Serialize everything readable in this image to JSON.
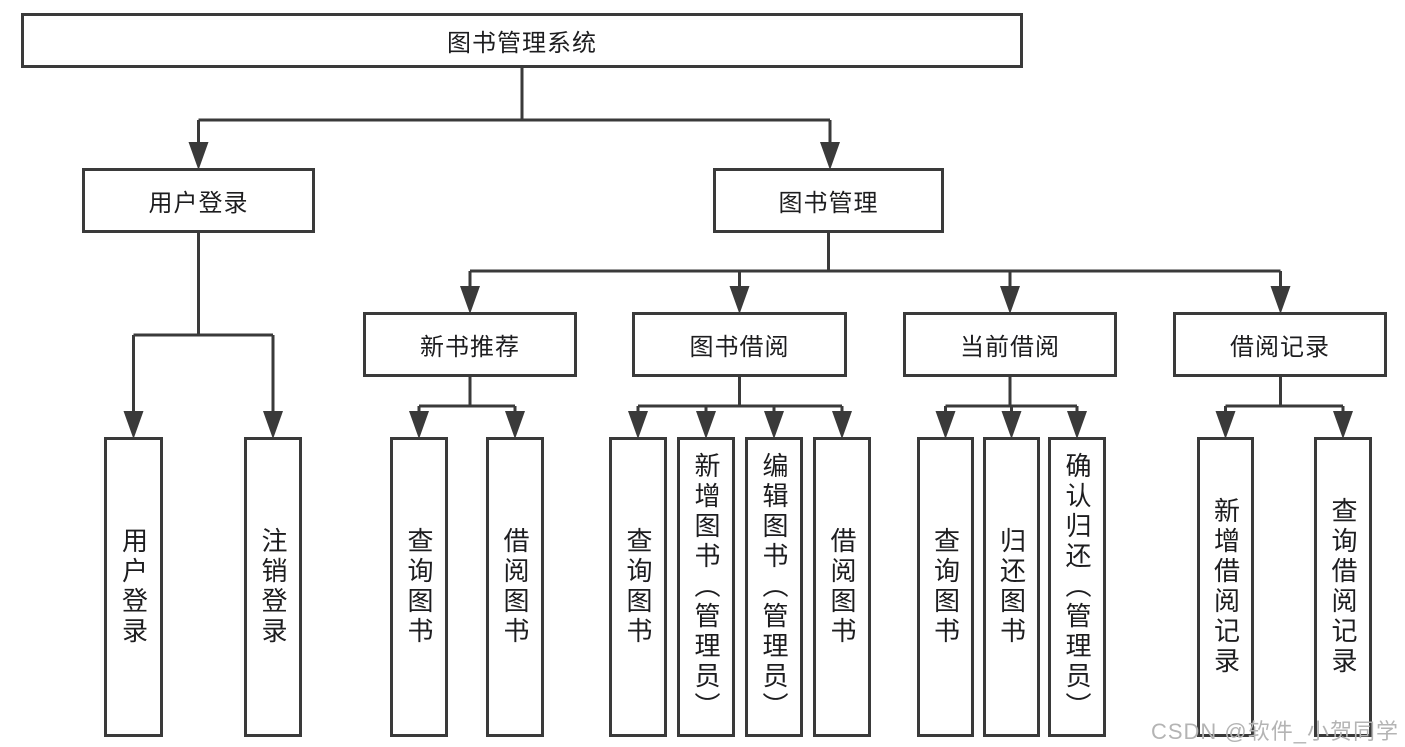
{
  "diagram": {
    "type": "hierarchy-tree",
    "title": "图书管理系统",
    "nodes": {
      "root": {
        "label": "图书管理系统"
      },
      "user_login": {
        "label": "用户登录"
      },
      "book_mgmt": {
        "label": "图书管理"
      },
      "new_book_rec": {
        "label": "新书推荐"
      },
      "book_borrow": {
        "label": "图书借阅"
      },
      "current_borrow": {
        "label": "当前借阅"
      },
      "borrow_record": {
        "label": "借阅记录"
      },
      "leaf_user_login": {
        "label": "用户登录"
      },
      "leaf_logout": {
        "label": "注销登录"
      },
      "leaf_nb_query": {
        "label": "查询图书"
      },
      "leaf_nb_borrow": {
        "label": "借阅图书"
      },
      "leaf_bb_query": {
        "label": "查询图书"
      },
      "leaf_bb_add": {
        "label": "新增图书（管理员）"
      },
      "leaf_bb_edit": {
        "label": "编辑图书（管理员）"
      },
      "leaf_bb_borrow": {
        "label": "借阅图书"
      },
      "leaf_cb_query": {
        "label": "查询图书"
      },
      "leaf_cb_return": {
        "label": "归还图书"
      },
      "leaf_cb_confirm": {
        "label": "确认归还（管理员）"
      },
      "leaf_br_add": {
        "label": "新增借阅记录"
      },
      "leaf_br_query": {
        "label": "查询借阅记录"
      }
    },
    "edges": [
      [
        "root",
        "user_login"
      ],
      [
        "root",
        "book_mgmt"
      ],
      [
        "user_login",
        "leaf_user_login"
      ],
      [
        "user_login",
        "leaf_logout"
      ],
      [
        "book_mgmt",
        "new_book_rec"
      ],
      [
        "book_mgmt",
        "book_borrow"
      ],
      [
        "book_mgmt",
        "current_borrow"
      ],
      [
        "book_mgmt",
        "borrow_record"
      ],
      [
        "new_book_rec",
        "leaf_nb_query"
      ],
      [
        "new_book_rec",
        "leaf_nb_borrow"
      ],
      [
        "book_borrow",
        "leaf_bb_query"
      ],
      [
        "book_borrow",
        "leaf_bb_add"
      ],
      [
        "book_borrow",
        "leaf_bb_edit"
      ],
      [
        "book_borrow",
        "leaf_bb_borrow"
      ],
      [
        "current_borrow",
        "leaf_cb_query"
      ],
      [
        "current_borrow",
        "leaf_cb_return"
      ],
      [
        "current_borrow",
        "leaf_cb_confirm"
      ],
      [
        "borrow_record",
        "leaf_br_add"
      ],
      [
        "borrow_record",
        "leaf_br_query"
      ]
    ],
    "colors": {
      "line": "#3a3a3a",
      "box_border": "#3a3a3a",
      "text": "#1d1d1f",
      "watermark": "#b4b4b4",
      "background": "#ffffff"
    }
  },
  "watermark": {
    "text": "CSDN @软件_小贺同学"
  }
}
